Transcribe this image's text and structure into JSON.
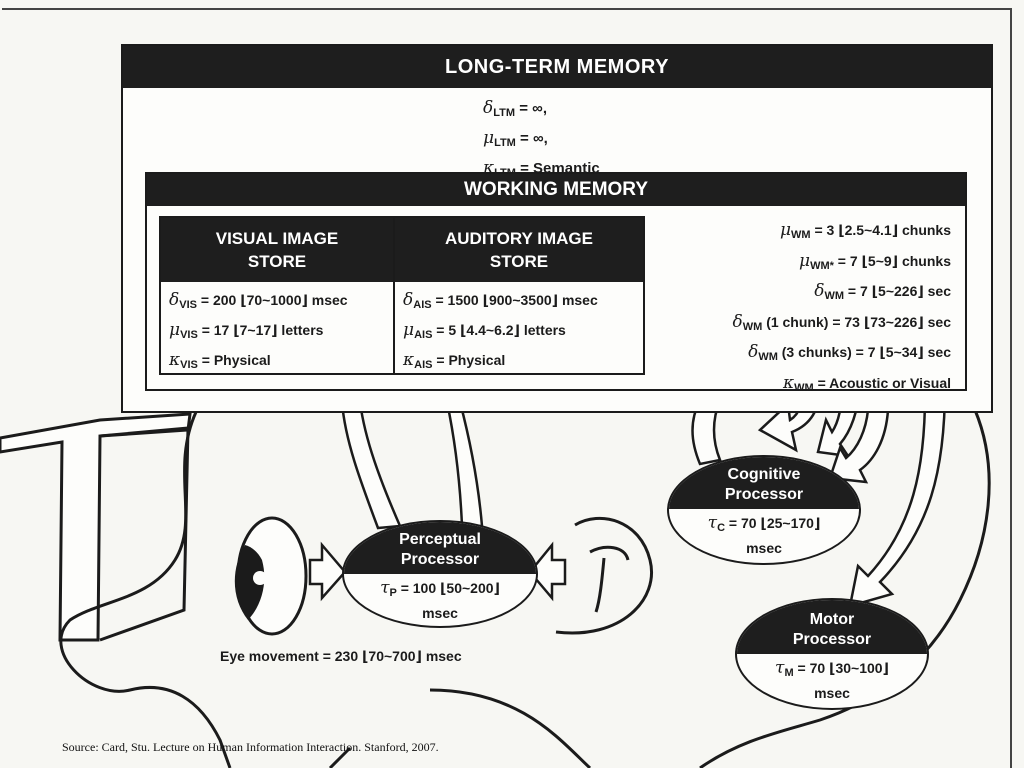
{
  "ltm": {
    "title": "LONG-TERM MEMORY",
    "params": [
      {
        "sym": "δ",
        "sub": "LTM",
        "value": "= ∞,"
      },
      {
        "sym": "μ",
        "sub": "LTM",
        "value": "= ∞,"
      },
      {
        "sym": "κ",
        "sub": "LTM",
        "value": "= Semantic"
      }
    ]
  },
  "wm": {
    "title": "WORKING MEMORY",
    "params": [
      {
        "sym": "μ",
        "sub": "WM",
        "value": "= 3 ⌊2.5~4.1⌋ chunks"
      },
      {
        "sym": "μ",
        "sub": "WM*",
        "value": "= 7 ⌊5~9⌋ chunks"
      },
      {
        "sym": "δ",
        "sub": "WM",
        "value": "= 7 ⌊5~226⌋ sec"
      },
      {
        "sym": "δ",
        "sub": "WM",
        "extra": "(1 chunk)",
        "value": "= 73 ⌊73~226⌋ sec"
      },
      {
        "sym": "δ",
        "sub": "WM",
        "extra": "(3 chunks)",
        "value": "= 7 ⌊5~34⌋ sec"
      },
      {
        "sym": "κ",
        "sub": "WM",
        "value": "= Acoustic or Visual"
      }
    ]
  },
  "vis": {
    "title_line1": "VISUAL IMAGE",
    "title_line2": "STORE",
    "params": [
      {
        "sym": "δ",
        "sub": "VIS",
        "value": "= 200 ⌊70~1000⌋ msec"
      },
      {
        "sym": "μ",
        "sub": "VIS",
        "value": "= 17 ⌊7~17⌋ letters"
      },
      {
        "sym": "κ",
        "sub": "VIS",
        "value": "= Physical"
      }
    ]
  },
  "ais": {
    "title_line1": "AUDITORY IMAGE",
    "title_line2": "STORE",
    "params": [
      {
        "sym": "δ",
        "sub": "AIS",
        "value": "= 1500 ⌊900~3500⌋ msec"
      },
      {
        "sym": "μ",
        "sub": "AIS",
        "value": "= 5 ⌊4.4~6.2⌋ letters"
      },
      {
        "sym": "κ",
        "sub": "AIS",
        "value": "= Physical"
      }
    ]
  },
  "perceptual": {
    "line1": "Perceptual",
    "line2": "Processor",
    "sym": "τ",
    "sub": "P",
    "value": "= 100 ⌊50~200⌋",
    "unit": "msec"
  },
  "cognitive": {
    "line1": "Cognitive",
    "line2": "Processor",
    "sym": "τ",
    "sub": "C",
    "value": "= 70 ⌊25~170⌋",
    "unit": "msec"
  },
  "motor": {
    "line1": "Motor",
    "line2": "Processor",
    "sym": "τ",
    "sub": "M",
    "value": "= 70 ⌊30~100⌋",
    "unit": "msec"
  },
  "eye_movement": "Eye movement = 230 ⌊70~700⌋ msec",
  "source": "Source: Card, Stu.  Lecture on Human Information Interaction.  Stanford, 2007.",
  "colors": {
    "ink": "#1e1e1e",
    "paper": "#fdfdfb"
  }
}
